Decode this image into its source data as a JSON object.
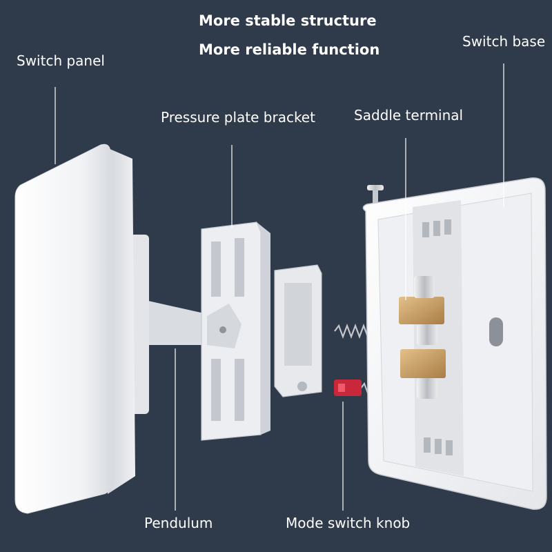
{
  "headlines": {
    "line1": "More stable structure",
    "line2": "More reliable function"
  },
  "labels": {
    "switch_panel": "Switch panel",
    "switch_base": "Switch base",
    "pressure_plate_bracket": "Pressure plate bracket",
    "saddle_terminal": "Saddle terminal",
    "pendulum": "Pendulum",
    "mode_switch_knob": "Mode switch knob"
  },
  "colors": {
    "background": "#2f3a4b",
    "label_text": "#ffffff",
    "component_white": "#f4f5f7",
    "brass": "#c9a064",
    "knob_red": "#c8283a"
  }
}
